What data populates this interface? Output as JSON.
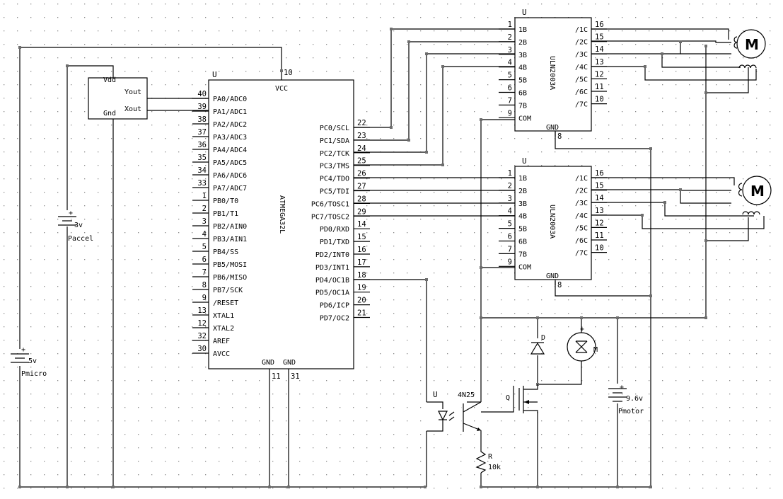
{
  "grid": {
    "color": "#8a8a8a",
    "spacing": 19
  },
  "mcu": {
    "u": "U",
    "vcc": "VCC",
    "vcc_pin": "10",
    "part": "ATMEGA32L",
    "gnd_labels": [
      "GND",
      "GND"
    ],
    "gnd_pins": [
      "11",
      "31"
    ],
    "left_pins": [
      {
        "num": "40",
        "label": "PA0/ADC0"
      },
      {
        "num": "39",
        "label": "PA1/ADC1"
      },
      {
        "num": "38",
        "label": "PA2/ADC2"
      },
      {
        "num": "37",
        "label": "PA3/ADC3"
      },
      {
        "num": "36",
        "label": "PA4/ADC4"
      },
      {
        "num": "35",
        "label": "PA5/ADC5"
      },
      {
        "num": "34",
        "label": "PA6/ADC6"
      },
      {
        "num": "33",
        "label": "PA7/ADC7"
      },
      {
        "num": "1",
        "label": "PB0/T0"
      },
      {
        "num": "2",
        "label": "PB1/T1"
      },
      {
        "num": "3",
        "label": "PB2/AIN0"
      },
      {
        "num": "4",
        "label": "PB3/AIN1"
      },
      {
        "num": "5",
        "label": "PB4/SS"
      },
      {
        "num": "6",
        "label": "PB5/MOSI"
      },
      {
        "num": "7",
        "label": "PB6/MISO"
      },
      {
        "num": "8",
        "label": "PB7/SCK"
      },
      {
        "num": "9",
        "label": "/RESET"
      },
      {
        "num": "13",
        "label": "XTAL1"
      },
      {
        "num": "12",
        "label": "XTAL2"
      },
      {
        "num": "32",
        "label": "AREF"
      },
      {
        "num": "30",
        "label": "AVCC"
      }
    ],
    "right_pins": [
      {
        "num": "22",
        "label": "PC0/SCL"
      },
      {
        "num": "23",
        "label": "PC1/SDA"
      },
      {
        "num": "24",
        "label": "PC2/TCK"
      },
      {
        "num": "25",
        "label": "PC3/TMS"
      },
      {
        "num": "26",
        "label": "PC4/TDO"
      },
      {
        "num": "27",
        "label": "PC5/TDI"
      },
      {
        "num": "28",
        "label": "PC6/TOSC1"
      },
      {
        "num": "29",
        "label": "PC7/TOSC2"
      },
      {
        "num": "14",
        "label": "PD0/RXD"
      },
      {
        "num": "15",
        "label": "PD1/TXD"
      },
      {
        "num": "16",
        "label": "PD2/INT0"
      },
      {
        "num": "17",
        "label": "PD3/INT1"
      },
      {
        "num": "18",
        "label": "PD4/OC1B"
      },
      {
        "num": "19",
        "label": "PD5/OC1A"
      },
      {
        "num": "20",
        "label": "PD6/ICP"
      },
      {
        "num": "21",
        "label": "PD7/OC2"
      }
    ]
  },
  "accel": {
    "vdd": "Vdd",
    "gnd": "Gnd",
    "yout": "Yout",
    "xout": "Xout"
  },
  "driver1": {
    "u": "U",
    "part": "ULN2003A",
    "gnd": "GND",
    "gnd_pin": "8",
    "com": "COM",
    "left_pins": [
      {
        "num": "1",
        "label": "1B"
      },
      {
        "num": "2",
        "label": "2B"
      },
      {
        "num": "3",
        "label": "3B"
      },
      {
        "num": "4",
        "label": "4B"
      },
      {
        "num": "5",
        "label": "5B"
      },
      {
        "num": "6",
        "label": "6B"
      },
      {
        "num": "7",
        "label": "7B"
      },
      {
        "num": "9",
        "label": "COM"
      }
    ],
    "right_pins": [
      {
        "num": "16",
        "label": "/1C"
      },
      {
        "num": "15",
        "label": "/2C"
      },
      {
        "num": "14",
        "label": "/3C"
      },
      {
        "num": "13",
        "label": "/4C"
      },
      {
        "num": "12",
        "label": "/5C"
      },
      {
        "num": "11",
        "label": "/6C"
      },
      {
        "num": "10",
        "label": "/7C"
      }
    ]
  },
  "driver2": {
    "u": "U",
    "part": "ULN2003A",
    "gnd": "GND",
    "gnd_pin": "8",
    "com": "COM",
    "left_pins": [
      {
        "num": "1",
        "label": "1B"
      },
      {
        "num": "2",
        "label": "2B"
      },
      {
        "num": "3",
        "label": "3B"
      },
      {
        "num": "4",
        "label": "4B"
      },
      {
        "num": "5",
        "label": "5B"
      },
      {
        "num": "6",
        "label": "6B"
      },
      {
        "num": "7",
        "label": "7B"
      },
      {
        "num": "9",
        "label": "COM"
      }
    ],
    "right_pins": [
      {
        "num": "16",
        "label": "/1C"
      },
      {
        "num": "15",
        "label": "/2C"
      },
      {
        "num": "14",
        "label": "/3C"
      },
      {
        "num": "13",
        "label": "/4C"
      },
      {
        "num": "12",
        "label": "/5C"
      },
      {
        "num": "11",
        "label": "/6C"
      },
      {
        "num": "10",
        "label": "/7C"
      }
    ]
  },
  "motor1": {
    "label": "M"
  },
  "motor2": {
    "label": "M"
  },
  "batteries": {
    "accel": {
      "plus": "+",
      "value": "3v",
      "name": "Paccel"
    },
    "micro": {
      "plus": "+",
      "value": "5v",
      "name": "Pmicro"
    },
    "motor": {
      "plus": "+",
      "value": "9.6v",
      "name": "Pmotor"
    }
  },
  "opto": {
    "u": "U",
    "part": "4N25"
  },
  "diode": {
    "name": "D"
  },
  "mosfet": {
    "name": "Q"
  },
  "dc_motor": {
    "plus": "+",
    "name": "M"
  },
  "resistor": {
    "name": "R",
    "value": "10k"
  }
}
